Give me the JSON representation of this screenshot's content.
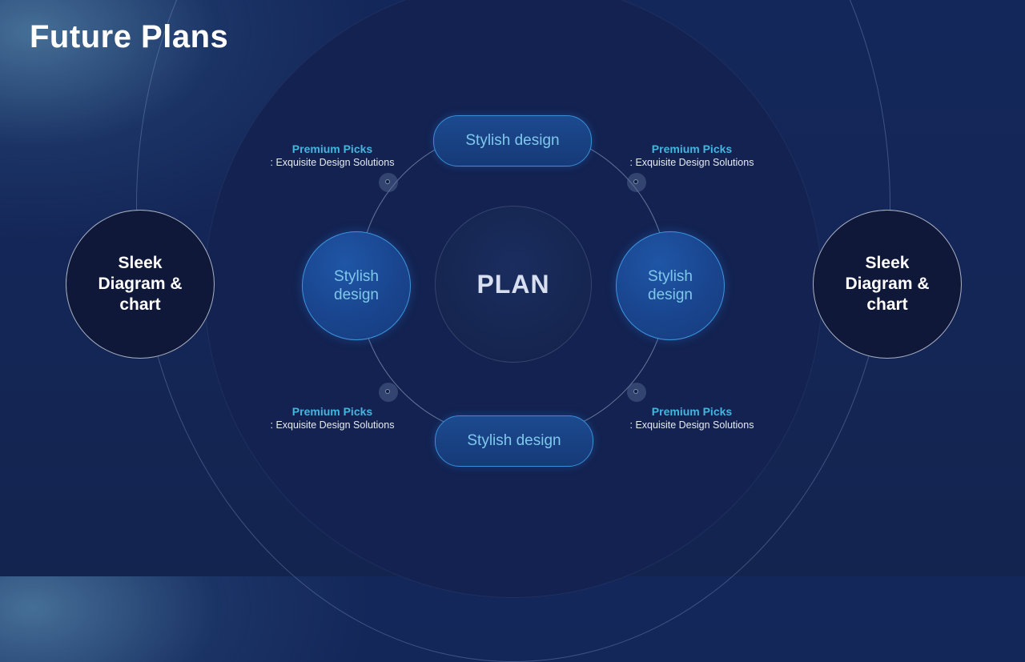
{
  "slide": {
    "title": "Future Plans"
  },
  "diagram": {
    "center_label": "PLAN",
    "pills": {
      "top": "Stylish design",
      "bottom": "Stylish design"
    },
    "side_nodes": {
      "left": "Stylish design",
      "right": "Stylish design"
    },
    "annotations": [
      {
        "heading": "Premium Picks",
        "text": ": Exquisite Design Solutions"
      },
      {
        "heading": "Premium Picks",
        "text": ": Exquisite Design Solutions"
      },
      {
        "heading": "Premium Picks",
        "text": ": Exquisite Design Solutions"
      },
      {
        "heading": "Premium Picks",
        "text": ": Exquisite Design Solutions"
      }
    ],
    "outer_nodes": {
      "left": "Sleek Diagram & chart",
      "right": "Sleek Diagram & chart"
    }
  },
  "colors": {
    "background": "#14275a",
    "accent_blue": "#3a8fd6",
    "annotation_heading": "#46b4e0",
    "node_text": "#7fc8ec"
  }
}
